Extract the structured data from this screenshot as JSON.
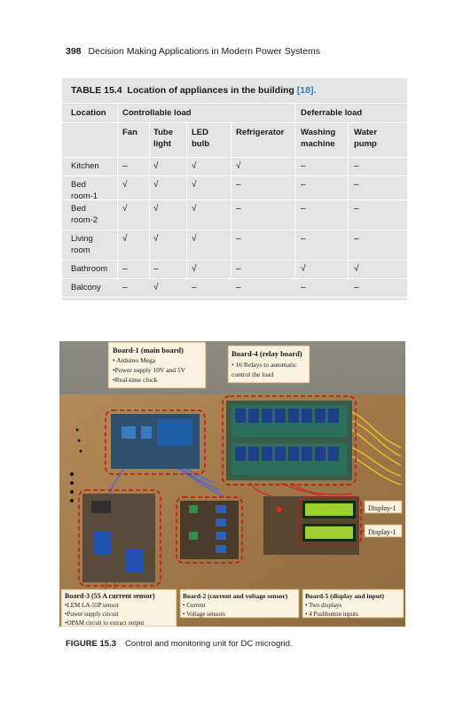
{
  "running_head": {
    "page_number": "398",
    "title": "Decision Making Applications in Modern Power Systems"
  },
  "table": {
    "label": "TABLE 15.4",
    "title": "Location of appliances in the building",
    "ref": "[18].",
    "header1": {
      "location": "Location",
      "controllable": "Controllable load",
      "deferrable": "Deferrable load"
    },
    "cols": [
      [
        "Fan"
      ],
      [
        "Tube",
        "light"
      ],
      [
        "LED",
        "bulb"
      ],
      [
        "Refrigerator"
      ],
      [
        "Washing",
        "machine"
      ],
      [
        "Water",
        "pump"
      ]
    ],
    "rows": [
      {
        "loc": [
          "Kitchen"
        ],
        "vals": [
          "–",
          "√",
          "√",
          "√",
          "–",
          "–"
        ]
      },
      {
        "loc": [
          "Bed",
          "room-1"
        ],
        "vals": [
          "√",
          "√",
          "√",
          "–",
          "–",
          "–"
        ]
      },
      {
        "loc": [
          "Bed",
          "room-2"
        ],
        "vals": [
          "√",
          "√",
          "√",
          "–",
          "–",
          "–"
        ]
      },
      {
        "loc": [
          "Living",
          "room"
        ],
        "vals": [
          "√",
          "√",
          "√",
          "–",
          "–",
          "–"
        ]
      },
      {
        "loc": [
          "Bathroom"
        ],
        "vals": [
          "–",
          "–",
          "√",
          "–",
          "√",
          "√"
        ]
      },
      {
        "loc": [
          "Balcony"
        ],
        "vals": [
          "–",
          "√",
          "–",
          "–",
          "–",
          "–"
        ]
      }
    ]
  },
  "figure": {
    "board1": {
      "title": "Board-1 (main board)",
      "items": [
        "• Arduino Mega",
        "•Power  supply 10V and 5V",
        "•Real-time clock"
      ]
    },
    "board4": {
      "title": "Board-4 (relay board)",
      "items": [
        "• 16 Relays to automatic",
        "  control the load"
      ]
    },
    "board3": {
      "title": "Board-3 (55 A current sensor)",
      "items": [
        "•LEM LA-55P sensor",
        "•Power supply circuit",
        "•OPAM circuit to extract output"
      ]
    },
    "board2": {
      "title": "Board-2 (current and voltage sensor)",
      "items": [
        "• Current",
        "• Voltage sensors"
      ]
    },
    "board5": {
      "title": "Board-5 (display and input)",
      "items": [
        "• Two displays",
        "• 4 Pushbutton inputs"
      ]
    },
    "display1": "Display-1",
    "display2": "Display-1"
  },
  "caption": {
    "label": "FIGURE 15.3",
    "text": "Control and monitoring unit for DC microgrid."
  }
}
